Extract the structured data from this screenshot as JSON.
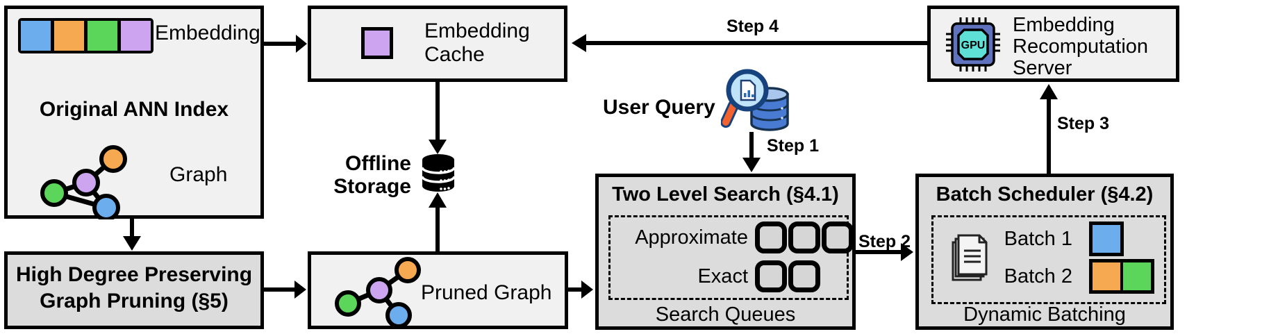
{
  "figure": {
    "ann_index": {
      "title": "Original ANN Index",
      "embedding_label": "Embedding",
      "graph_label": "Graph"
    },
    "embedding_cache": {
      "lines": [
        "Embedding",
        "Cache"
      ]
    },
    "offline_storage": {
      "lines": [
        "Offline",
        "Storage"
      ]
    },
    "user_query": {
      "label": "User Query"
    },
    "high_degree_pruning": {
      "lines": [
        "High Degree Preserving",
        "Graph Pruning (§5)"
      ]
    },
    "pruned_graph": {
      "label": "Pruned Graph"
    },
    "two_level_search": {
      "title": "Two Level Search (§4.1)",
      "approximate_label": "Approximate",
      "approximate_queue_count": 3,
      "exact_label": "Exact",
      "exact_queue_count": 2,
      "footer": "Search Queues"
    },
    "batch_scheduler": {
      "title": "Batch Scheduler (§4.2)",
      "batch1_label": "Batch 1",
      "batch1_colors": [
        "#6CAEED"
      ],
      "batch2_label": "Batch 2",
      "batch2_colors": [
        "#F6A950",
        "#5BD65B"
      ],
      "footer": "Dynamic Batching"
    },
    "recomputation_server": {
      "lines": [
        "Embedding",
        "Recomputation",
        "Server"
      ],
      "chip_label": "GPU"
    },
    "steps": {
      "step1": "Step 1",
      "step2": "Step 2",
      "step3": "Step 3",
      "step4": "Step 4"
    },
    "colors": {
      "embedding_blue": "#6CAEED",
      "embedding_orange": "#F6A950",
      "embedding_green": "#5BD65B",
      "embedding_purple": "#CDA4EF",
      "box_light": "#F1F1F1",
      "box_dark": "#DCDCDC",
      "queue_square": "#D6D6D6",
      "chip_body": "#5E72BE",
      "chip_screen": "#5FE0D6",
      "query_db": "#4A7BD3",
      "query_db_top": "#A9C6EC",
      "lens": "#BFE3F8",
      "handle": "#F2622E",
      "outline": "#000000"
    }
  }
}
